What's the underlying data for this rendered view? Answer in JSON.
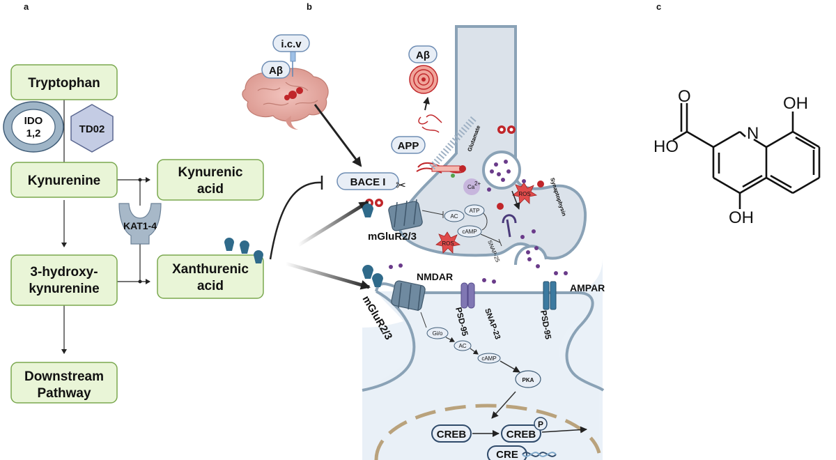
{
  "panels": {
    "a": "a",
    "b": "b",
    "c": "c"
  },
  "panel_a": {
    "tryptophan": "Tryptophan",
    "ido": [
      "IDO",
      "1,2"
    ],
    "tdo": "TD02",
    "kynurenine": "Kynurenine",
    "kynurenic_acid": [
      "Kynurenic",
      "acid"
    ],
    "kat": "KAT1-4",
    "hydroxy_kynurenine": [
      "3-hydroxy-",
      "kynurenine"
    ],
    "xanthurenic_acid": [
      "Xanthurenic",
      "acid"
    ],
    "downstream": [
      "Downstream",
      "Pathway"
    ]
  },
  "panel_b": {
    "icv": "i.c.v",
    "abeta_brain": "Aβ",
    "abeta_plaque": "Aβ",
    "bace": "BACE I",
    "app": "APP",
    "glutamate": "Glutamate",
    "ca": "Ca",
    "ca_sup": "2+",
    "ros_top": "ROS",
    "ros_mid": "ROS",
    "synaptophysin": "Synaptophysin",
    "mglur_top": "mGluR2/3",
    "ac_top": "AC",
    "atp": "ATP",
    "camp_top": "cAMP",
    "snap25": "SNAP-25",
    "nmdar": "NMDAR",
    "ampar": "AMPAR",
    "mglur_bottom": "mGluR2/3",
    "psd95_left": "PSD-95",
    "snap23": "SNAP-23",
    "psd95_right": "PSD-95",
    "gio": "Gi/o",
    "ac_bottom": "AC",
    "camp_bottom": "cAMP",
    "pka": "PKA",
    "creb_left": "CREB",
    "creb_right": "CREB",
    "p": "P",
    "cre": "CRE"
  },
  "panel_c": {
    "o_top": "O",
    "oh_top": "OH",
    "n": "N",
    "ho": "HO",
    "oh_bottom": "OH"
  }
}
